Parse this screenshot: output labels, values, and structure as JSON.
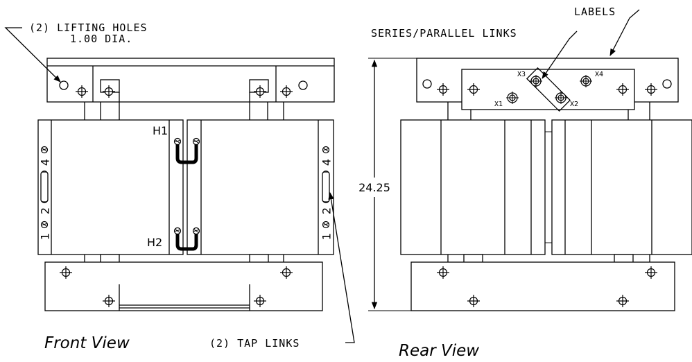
{
  "callouts": {
    "lifting_holes_line1": "(2) LIFTING HOLES",
    "lifting_holes_line2": "1.00 DIA.",
    "labels": "LABELS",
    "series_parallel_links": "SERIES/PARALLEL LINKS",
    "tap_links": "(2) TAP LINKS"
  },
  "front_view": {
    "caption": "Front View",
    "terminal_h1": "H1",
    "terminal_h2": "H2",
    "tap_numbers_left": [
      "4",
      "2",
      "1"
    ],
    "tap_numbers_right": [
      "4",
      "2",
      "1"
    ]
  },
  "rear_view": {
    "caption": "Rear View",
    "terminals": [
      "X1",
      "X2",
      "X3",
      "X4"
    ],
    "height_dimension": "24.25"
  }
}
